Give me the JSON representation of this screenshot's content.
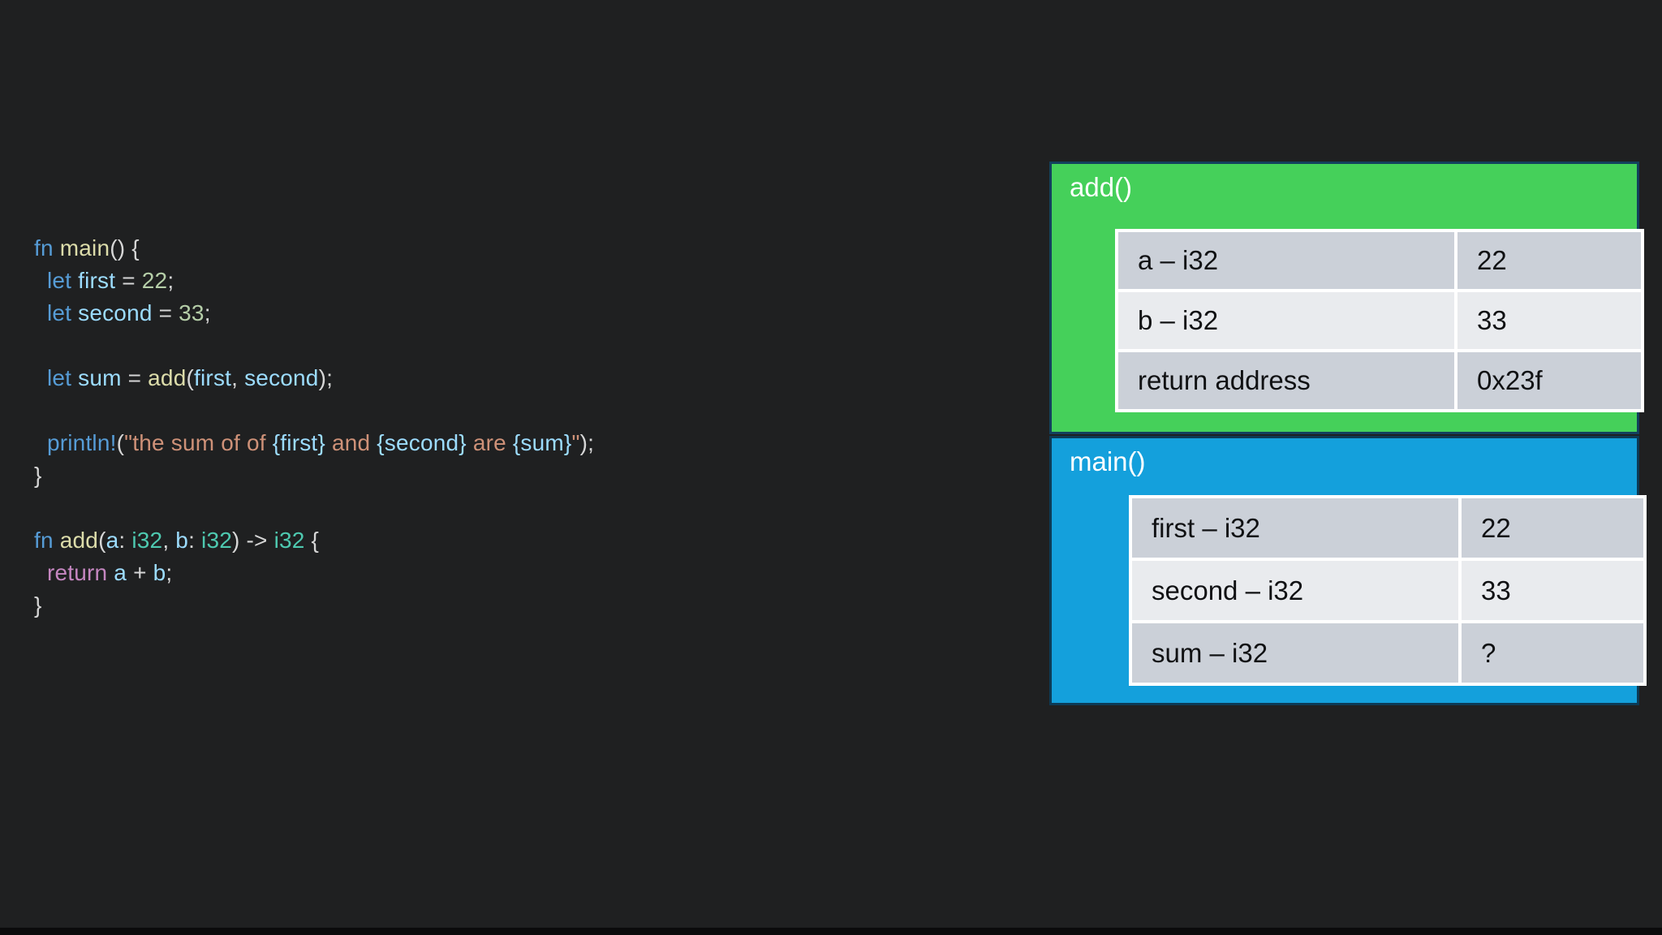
{
  "slide": {
    "background": "#1f2021",
    "bottom_bar_color": "#0b0b0c"
  },
  "code": {
    "token_colors": {
      "kw": "#569CD6",
      "fnc": "#DCDCAA",
      "pn": "#D6D6D6",
      "var": "#9CDCFE",
      "num": "#B5CEA8",
      "str": "#CE9178",
      "typ": "#4EC9B0",
      "ctl": "#C586C0"
    },
    "lines": [
      [
        [
          "kw",
          "fn"
        ],
        [
          "fnc",
          " main"
        ],
        [
          "pn",
          "() {"
        ]
      ],
      [
        [
          "pn",
          "  "
        ],
        [
          "kw",
          "let"
        ],
        [
          "var",
          " first"
        ],
        [
          "pn",
          " = "
        ],
        [
          "num",
          "22"
        ],
        [
          "pn",
          ";"
        ]
      ],
      [
        [
          "pn",
          "  "
        ],
        [
          "kw",
          "let"
        ],
        [
          "var",
          " second"
        ],
        [
          "pn",
          " = "
        ],
        [
          "num",
          "33"
        ],
        [
          "pn",
          ";"
        ]
      ],
      [],
      [
        [
          "pn",
          "  "
        ],
        [
          "kw",
          "let"
        ],
        [
          "var",
          " sum"
        ],
        [
          "pn",
          " = "
        ],
        [
          "fnc",
          "add"
        ],
        [
          "pn",
          "("
        ],
        [
          "var",
          "first"
        ],
        [
          "pn",
          ", "
        ],
        [
          "var",
          "second"
        ],
        [
          "pn",
          ");"
        ]
      ],
      [],
      [
        [
          "pn",
          "  "
        ],
        [
          "kw",
          "println!"
        ],
        [
          "pn",
          "("
        ],
        [
          "str",
          "\"the sum of of "
        ],
        [
          "var",
          "{first}"
        ],
        [
          "str",
          " and "
        ],
        [
          "var",
          "{second}"
        ],
        [
          "str",
          " are "
        ],
        [
          "var",
          "{sum}"
        ],
        [
          "str",
          "\""
        ],
        [
          "pn",
          ");"
        ]
      ],
      [
        [
          "pn",
          "}"
        ]
      ],
      [],
      [
        [
          "kw",
          "fn"
        ],
        [
          "fnc",
          " add"
        ],
        [
          "pn",
          "("
        ],
        [
          "var",
          "a"
        ],
        [
          "pn",
          ": "
        ],
        [
          "typ",
          "i32"
        ],
        [
          "pn",
          ", "
        ],
        [
          "var",
          "b"
        ],
        [
          "pn",
          ": "
        ],
        [
          "typ",
          "i32"
        ],
        [
          "pn",
          ") -> "
        ],
        [
          "typ",
          "i32"
        ],
        [
          "pn",
          " {"
        ]
      ],
      [
        [
          "pn",
          "  "
        ],
        [
          "ctl",
          "return"
        ],
        [
          "var",
          " a"
        ],
        [
          "pn",
          " + "
        ],
        [
          "var",
          "b"
        ],
        [
          "pn",
          ";"
        ]
      ],
      [
        [
          "pn",
          "}"
        ]
      ]
    ]
  },
  "table_style": {
    "row_dark": "#CBD0D8",
    "row_light": "#E9EBEE",
    "grid": "#FFFFFF",
    "cell_text": "#101113"
  },
  "frames": [
    {
      "name": "add",
      "title": "add()",
      "fill": "#45D05A",
      "border": "#13405D",
      "rows": [
        {
          "label": "a – i32",
          "value": "22"
        },
        {
          "label": "b – i32",
          "value": "33"
        },
        {
          "label": "return address",
          "value": "0x23f"
        }
      ]
    },
    {
      "name": "main",
      "title": "main()",
      "fill": "#14A0DC",
      "border": "#0D3A55",
      "rows": [
        {
          "label": "first – i32",
          "value": "22"
        },
        {
          "label": "second – i32",
          "value": "33"
        },
        {
          "label": "sum – i32",
          "value": "?"
        }
      ]
    }
  ]
}
